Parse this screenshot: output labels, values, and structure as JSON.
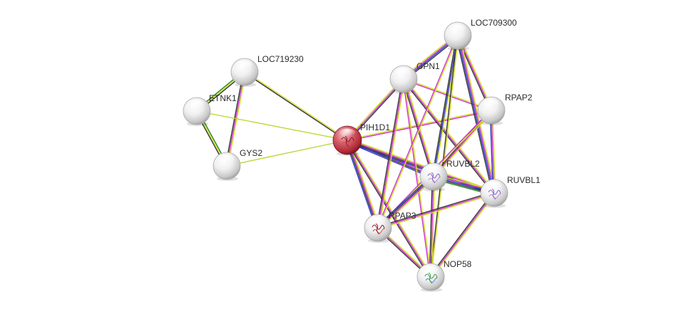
{
  "network": {
    "nodes": [
      {
        "id": "PIH1D1",
        "label": "PIH1D1",
        "query": true,
        "structure_glyph": "red"
      },
      {
        "id": "LOC719230",
        "label": "LOC719230"
      },
      {
        "id": "ETNK1",
        "label": "ETNK1"
      },
      {
        "id": "GYS2",
        "label": "GYS2"
      },
      {
        "id": "GPN1",
        "label": "GPN1"
      },
      {
        "id": "LOC709300",
        "label": "LOC709300"
      },
      {
        "id": "RPAP2",
        "label": "RPAP2"
      },
      {
        "id": "RUVBL2",
        "label": "RUVBL2",
        "structure_glyph": "purple"
      },
      {
        "id": "RUVBL1",
        "label": "RUVBL1",
        "structure_glyph": "purple"
      },
      {
        "id": "RPAP3",
        "label": "RPAP3",
        "structure_glyph": "red"
      },
      {
        "id": "NOP58",
        "label": "NOP58",
        "structure_glyph": "green"
      }
    ],
    "edges": [
      {
        "source": "ETNK1",
        "target": "LOC719230",
        "colors": [
          "#1e8b1e",
          "#d6dc2a",
          "#333333"
        ]
      },
      {
        "source": "ETNK1",
        "target": "GYS2",
        "colors": [
          "#1e8b1e",
          "#d6dc2a",
          "#333333"
        ]
      },
      {
        "source": "LOC719230",
        "target": "GYS2",
        "colors": [
          "#d6dc2a",
          "#cc33cc",
          "#333333"
        ]
      },
      {
        "source": "LOC719230",
        "target": "PIH1D1",
        "colors": [
          "#d6dc2a",
          "#333333"
        ]
      },
      {
        "source": "ETNK1",
        "target": "PIH1D1",
        "colors": [
          "#b8d830"
        ]
      },
      {
        "source": "GYS2",
        "target": "PIH1D1",
        "colors": [
          "#b8d830"
        ]
      },
      {
        "source": "PIH1D1",
        "target": "GPN1",
        "colors": [
          "#d6dc2a",
          "#cc33cc",
          "#333333"
        ]
      },
      {
        "source": "PIH1D1",
        "target": "RPAP2",
        "colors": [
          "#d6dc2a",
          "#cc33cc"
        ]
      },
      {
        "source": "PIH1D1",
        "target": "RUVBL2",
        "colors": [
          "#d6dc2a",
          "#cc33cc",
          "#333333",
          "#2a35c8"
        ]
      },
      {
        "source": "PIH1D1",
        "target": "RUVBL1",
        "colors": [
          "#d6dc2a",
          "#cc33cc",
          "#333333",
          "#2a35c8"
        ]
      },
      {
        "source": "PIH1D1",
        "target": "RPAP3",
        "colors": [
          "#d6dc2a",
          "#cc33cc",
          "#333333",
          "#2a35c8"
        ]
      },
      {
        "source": "PIH1D1",
        "target": "NOP58",
        "colors": [
          "#d6dc2a",
          "#cc33cc",
          "#333333"
        ]
      },
      {
        "source": "GPN1",
        "target": "LOC709300",
        "colors": [
          "#d6dc2a",
          "#cc33cc",
          "#2a35c8",
          "#333333"
        ]
      },
      {
        "source": "GPN1",
        "target": "RPAP2",
        "colors": [
          "#d6dc2a",
          "#cc33cc"
        ]
      },
      {
        "source": "GPN1",
        "target": "RUVBL2",
        "colors": [
          "#d6dc2a",
          "#cc33cc",
          "#333333"
        ]
      },
      {
        "source": "GPN1",
        "target": "RUVBL1",
        "colors": [
          "#d6dc2a",
          "#cc33cc",
          "#333333"
        ]
      },
      {
        "source": "GPN1",
        "target": "RPAP3",
        "colors": [
          "#d6dc2a",
          "#cc33cc",
          "#333333"
        ]
      },
      {
        "source": "GPN1",
        "target": "NOP58",
        "colors": [
          "#d6dc2a",
          "#cc33cc"
        ]
      },
      {
        "source": "LOC709300",
        "target": "RPAP2",
        "colors": [
          "#d6dc2a",
          "#cc33cc",
          "#333333"
        ]
      },
      {
        "source": "LOC709300",
        "target": "RUVBL2",
        "colors": [
          "#d6dc2a",
          "#2a35c8",
          "#333333"
        ]
      },
      {
        "source": "LOC709300",
        "target": "RUVBL1",
        "colors": [
          "#d6dc2a",
          "#cc33cc",
          "#2a35c8",
          "#333333"
        ]
      },
      {
        "source": "LOC709300",
        "target": "RPAP3",
        "colors": [
          "#d6dc2a",
          "#cc33cc"
        ]
      },
      {
        "source": "LOC709300",
        "target": "NOP58",
        "colors": [
          "#d6dc2a",
          "#333333"
        ]
      },
      {
        "source": "RPAP2",
        "target": "RUVBL2",
        "colors": [
          "#d6dc2a",
          "#cc33cc",
          "#333333"
        ]
      },
      {
        "source": "RPAP2",
        "target": "RUVBL1",
        "colors": [
          "#d6dc2a",
          "#cc33cc",
          "#2a35c8"
        ]
      },
      {
        "source": "RPAP2",
        "target": "RPAP3",
        "colors": [
          "#d6dc2a",
          "#cc33cc"
        ]
      },
      {
        "source": "RUVBL2",
        "target": "RUVBL1",
        "colors": [
          "#d6dc2a",
          "#cc33cc",
          "#2a35c8",
          "#333333",
          "#1e8b1e"
        ]
      },
      {
        "source": "RUVBL2",
        "target": "RPAP3",
        "colors": [
          "#d6dc2a",
          "#cc33cc",
          "#333333",
          "#2a35c8"
        ]
      },
      {
        "source": "RUVBL2",
        "target": "NOP58",
        "colors": [
          "#d6dc2a",
          "#cc33cc",
          "#333333"
        ]
      },
      {
        "source": "RUVBL1",
        "target": "RPAP3",
        "colors": [
          "#d6dc2a",
          "#cc33cc",
          "#333333"
        ]
      },
      {
        "source": "RUVBL1",
        "target": "NOP58",
        "colors": [
          "#d6dc2a",
          "#cc33cc",
          "#333333"
        ]
      },
      {
        "source": "RPAP3",
        "target": "NOP58",
        "colors": [
          "#d6dc2a",
          "#cc33cc",
          "#333333"
        ]
      }
    ]
  },
  "colors": {
    "background": "#ffffff",
    "query_node": "#c4424f",
    "node": "#e8e8e8",
    "label": "#2b2b2b"
  }
}
